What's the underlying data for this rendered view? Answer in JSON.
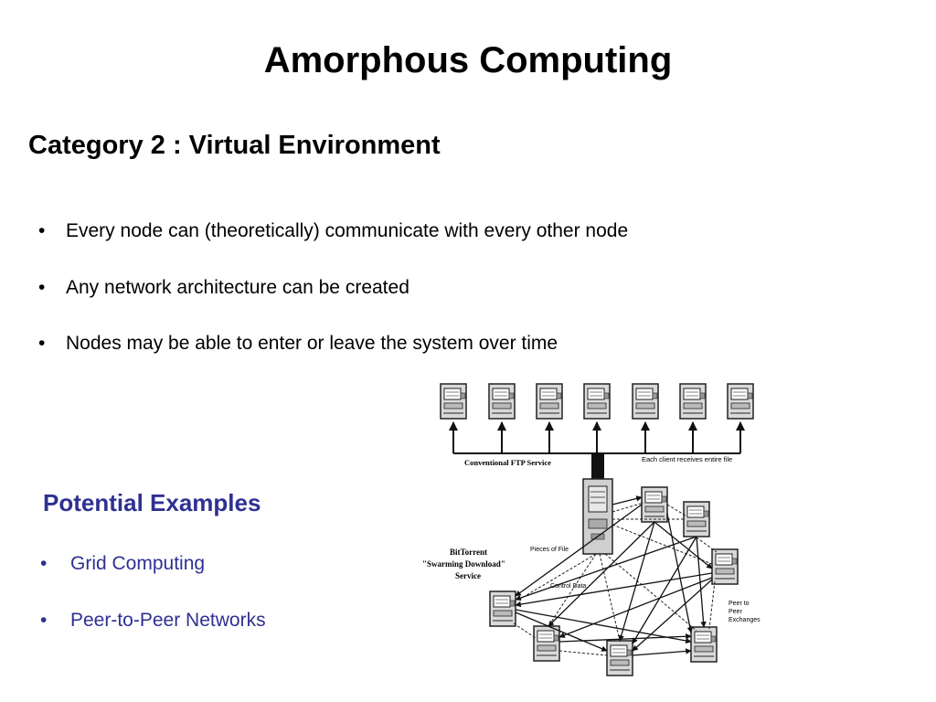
{
  "slide": {
    "title": "Amorphous Computing",
    "subtitle": "Category 2 : Virtual Environment",
    "bullets": [
      "Every node can (theoretically) communicate with every other node",
      "Any network architecture can be created",
      "Nodes may be able to enter or leave the system over time"
    ],
    "examples_heading": "Potential Examples",
    "examples": [
      "Grid Computing",
      "Peer-to-Peer Networks"
    ],
    "accent_color": "#2e3192"
  },
  "diagram": {
    "ftp_label": "Conventional FTP Service",
    "client_note": "Each client receives entire file",
    "bittorrent_label": [
      "BitTorrent",
      "\"Swarming Download\"",
      "Service"
    ],
    "pieces_label": "Pieces of File",
    "control_label": "Control Data",
    "peer_label": [
      "Peer to",
      "Peer",
      "Exchanges"
    ]
  }
}
